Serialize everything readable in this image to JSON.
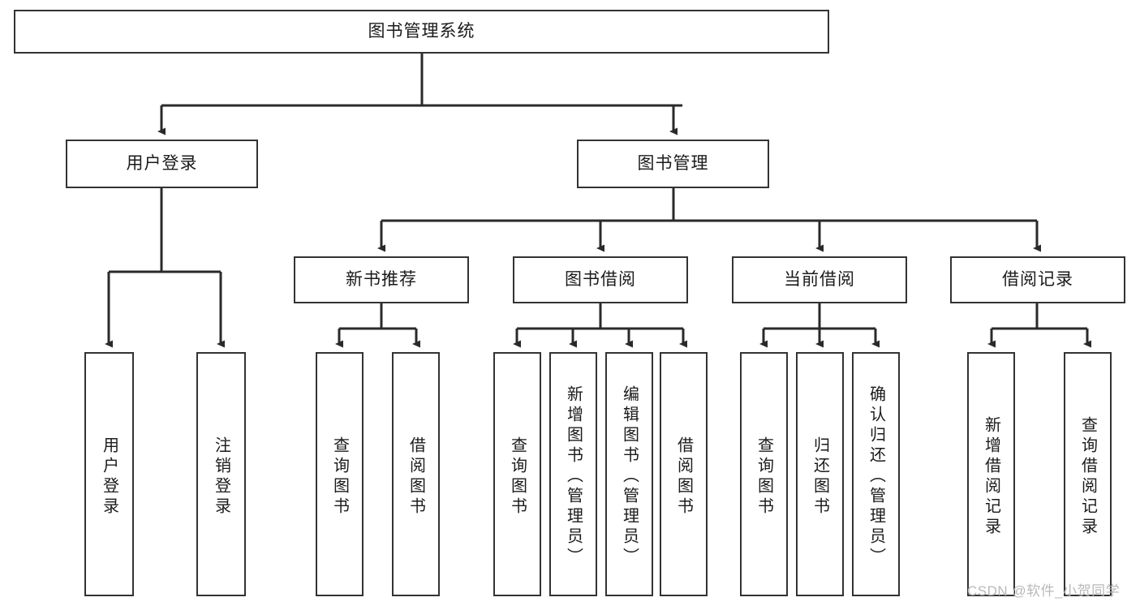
{
  "diagram": {
    "title": "图书管理系统",
    "type": "tree-hierarchy-flowchart",
    "orientation": "top-down",
    "box_style": {
      "fill": "#ffffff",
      "stroke": "#333333",
      "text_color": "#1b1b1b"
    },
    "connector_style": {
      "stroke": "#333333",
      "arrowhead": "filled-triangle"
    },
    "root": {
      "id": "root",
      "label": "图书管理系统"
    },
    "level2": [
      {
        "id": "user-login",
        "label": "用户登录"
      },
      {
        "id": "book-manage",
        "label": "图书管理"
      }
    ],
    "level3": [
      {
        "id": "new-book-recommend",
        "label": "新书推荐",
        "parent": "book-manage"
      },
      {
        "id": "book-borrow",
        "label": "图书借阅",
        "parent": "book-manage"
      },
      {
        "id": "current-borrow",
        "label": "当前借阅",
        "parent": "book-manage"
      },
      {
        "id": "borrow-record",
        "label": "借阅记录",
        "parent": "book-manage"
      }
    ],
    "leaves": {
      "user_login": [
        {
          "id": "leaf-user-login",
          "label": "用户登录"
        },
        {
          "id": "leaf-logout-login",
          "label": "注销登录"
        }
      ],
      "new_book_recommend": [
        {
          "id": "leaf-query-book-1",
          "label": "查询图书"
        },
        {
          "id": "leaf-borrow-book-1",
          "label": "借阅图书"
        }
      ],
      "book_borrow": [
        {
          "id": "leaf-query-book-2",
          "label": "查询图书"
        },
        {
          "id": "leaf-add-book",
          "label": "新增图书（管理员）"
        },
        {
          "id": "leaf-edit-book",
          "label": "编辑图书（管理员）"
        },
        {
          "id": "leaf-borrow-book-2",
          "label": "借阅图书"
        }
      ],
      "current_borrow": [
        {
          "id": "leaf-query-book-3",
          "label": "查询图书"
        },
        {
          "id": "leaf-return-book",
          "label": "归还图书"
        },
        {
          "id": "leaf-confirm-return",
          "label": "确认归还（管理员）"
        }
      ],
      "borrow_record": [
        {
          "id": "leaf-add-borrow-record",
          "label": "新增借阅记录"
        },
        {
          "id": "leaf-query-borrow-record",
          "label": "查询借阅记录"
        }
      ]
    }
  },
  "watermark": {
    "text": "CSDN @软件_小贺同学"
  }
}
